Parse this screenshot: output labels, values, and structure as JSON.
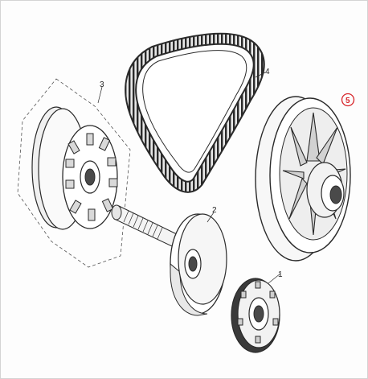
{
  "callouts": {
    "c1": "1",
    "c2": "2",
    "c3": "3",
    "c4": "4",
    "c5": "5"
  },
  "colors": {
    "line": "#2a2a2a",
    "belt_fill": "#3a3a3a",
    "highlight": "#d7262b",
    "part_fill": "#f2f2f2",
    "dark_fill": "#4a4a4a"
  },
  "highlighted_callout": "5"
}
